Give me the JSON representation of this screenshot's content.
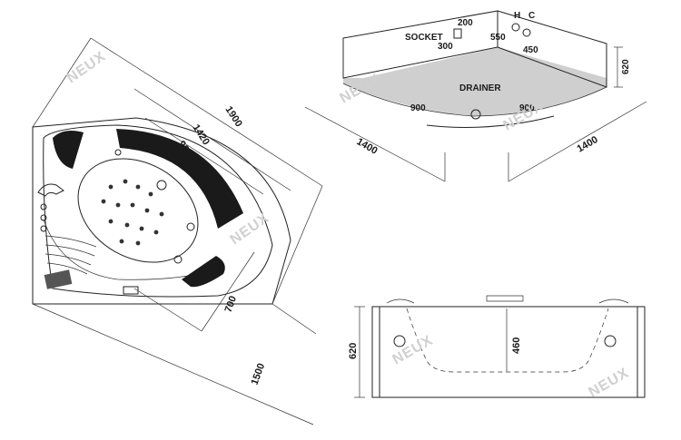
{
  "brand": {
    "watermark": "NEUX"
  },
  "top_view": {
    "dims": {
      "d1900": "1900",
      "d1420": "1420",
      "d980": "980",
      "d700": "700",
      "d1500": "1500"
    }
  },
  "corner_view": {
    "labels": {
      "socket": "SOCKET",
      "drainer": "DRAINER",
      "h": "H",
      "c": "C"
    },
    "dims": {
      "d200": "200",
      "d300": "300",
      "d550": "550",
      "d450": "450",
      "d620": "620",
      "d900a": "900",
      "d900b": "900",
      "d1400a": "1400",
      "d1400b": "1400"
    }
  },
  "side_view": {
    "dims": {
      "d620": "620",
      "d460": "460"
    }
  },
  "colors": {
    "line": "#222222",
    "fill_gray": "#cfcfcf",
    "headrest": "#1a1a1a",
    "watermark": "#d0d0d0"
  }
}
